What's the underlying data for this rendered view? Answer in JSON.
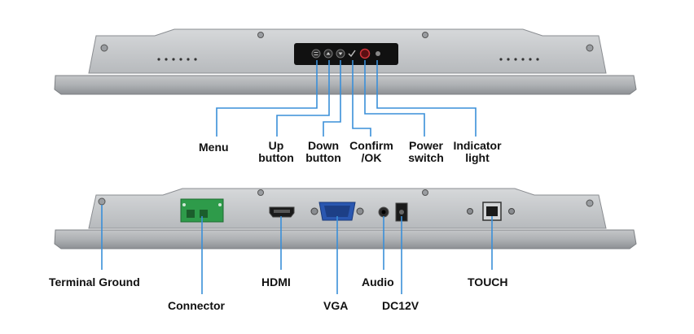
{
  "top_panel": {
    "labels": {
      "menu": "Menu",
      "up_1": "Up",
      "up_2": "button",
      "down_1": "Down",
      "down_2": "button",
      "confirm_1": "Confirm",
      "confirm_2": "/OK",
      "power_1": "Power",
      "power_2": "switch",
      "indicator_1": "Indicator",
      "indicator_2": "light"
    }
  },
  "bottom_panel": {
    "labels": {
      "terminal_ground": "Terminal Ground",
      "connector": "Connector",
      "hdmi": "HDMI",
      "vga": "VGA",
      "audio": "Audio",
      "dc12v": "DC12V",
      "touch": "TOUCH"
    }
  },
  "colors": {
    "leader_line": "#3a8fd9",
    "panel_face": "#c8cacc",
    "panel_frame": "#a9acaf",
    "button_strip": "#111111",
    "connector_green": "#2e9b4a",
    "vga_blue": "#2a57b0",
    "power_red": "#c0272d"
  },
  "icons": [
    "menu-icon",
    "up-arrow-icon",
    "down-arrow-icon",
    "check-icon",
    "power-icon",
    "indicator-dot-icon"
  ]
}
